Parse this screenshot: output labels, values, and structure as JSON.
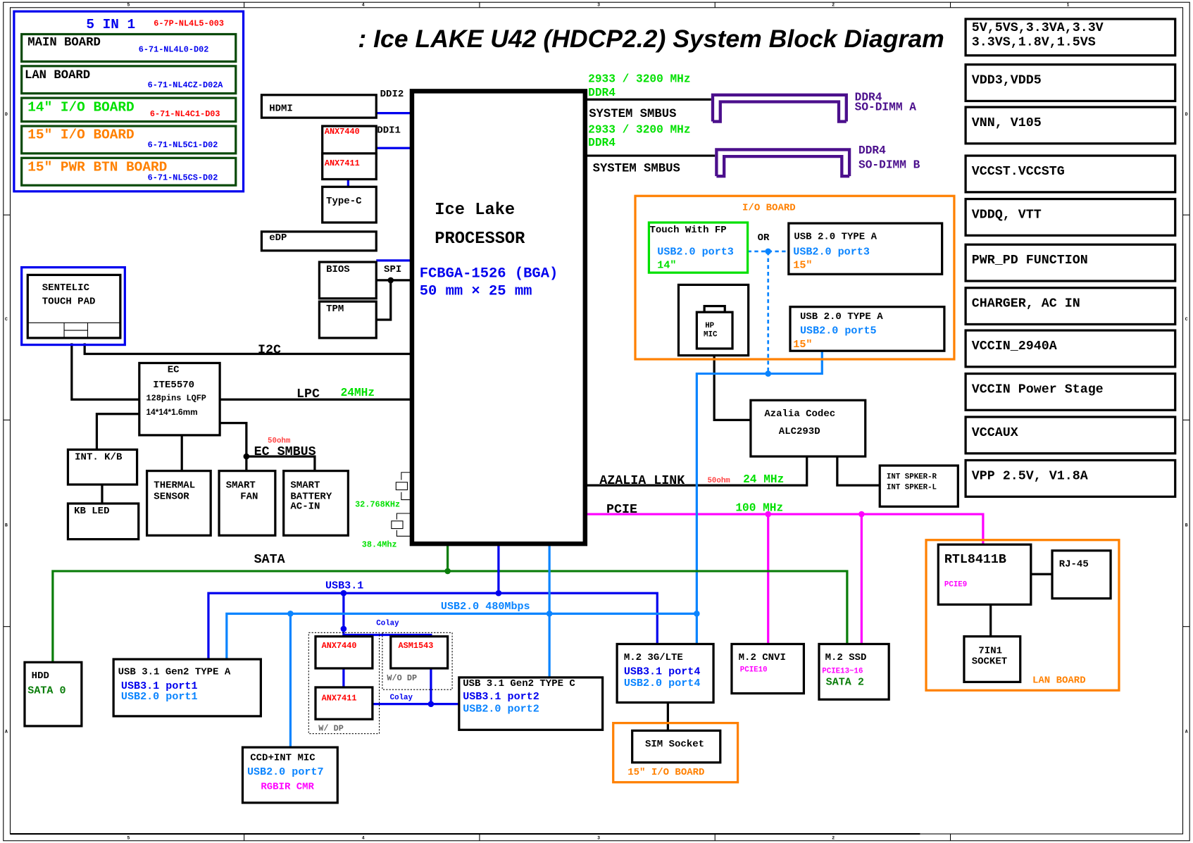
{
  "title": ": Ice LAKE U42 (HDCP2.2) System Block Diagram",
  "colors": {
    "usb31": "#0000ee",
    "usb20": "#0a84ff",
    "sata": "#0a7d0a",
    "pcie": "#ff00ff",
    "freq": "#00e000",
    "ddr": "#4b0f8c",
    "board": "#ff8000",
    "part_red": "#ff0000"
  },
  "bom": {
    "header": "5 IN 1",
    "header_pn": "6-7P-NL4L5-003",
    "rows": [
      {
        "label": "MAIN BOARD",
        "pn": "6-71-NL4L0-D02"
      },
      {
        "label": "LAN BOARD",
        "pn": "6-71-NL4CZ-D02A"
      },
      {
        "label": "14\" I/O BOARD",
        "pn": "6-71-NL4C1-D03"
      },
      {
        "label": "15\" I/O BOARD",
        "pn": "6-71-NL5C1-D02"
      },
      {
        "label": "15\" PWR BTN BOARD",
        "pn": "6-71-NL5CS-D02"
      }
    ]
  },
  "cpu": {
    "name1": "Ice Lake",
    "name2": "PROCESSOR",
    "pkg": "FCBGA-1526 (BGA)",
    "size": "50 mm × 25 mm"
  },
  "display": {
    "hdmi": "HDMI",
    "ddi2": "DDI2",
    "ddi1": "DDI1",
    "anx7440": "ANX7440",
    "anx7411": "ANX7411",
    "typec": "Type-C",
    "edp": "eDP"
  },
  "bios": {
    "bios": "BIOS",
    "tpm": "TPM",
    "spi": "SPI"
  },
  "memory": {
    "freq": "2933 / 3200 MHz",
    "ddr": "DDR4",
    "smbus": "SYSTEM SMBUS",
    "dimm_a1": "DDR4",
    "dimm_a2": "SO-DIMM A",
    "dimm_b1": "DDR4",
    "dimm_b2": "SO-DIMM B"
  },
  "power": [
    "5V,5VS,3.3VA,3.3V\n3.3VS,1.8V,1.5VS",
    "VDD3,VDD5",
    "VNN, V105",
    "VCCST.VCCSTG",
    "VDDQ, VTT",
    "PWR_PD FUNCTION",
    "CHARGER, AC IN",
    "VCCIN_2940A",
    "VCCIN Power Stage",
    "VCCAUX",
    "VPP 2.5V, V1.8A"
  ],
  "touchpad": {
    "l1": "SENTELIC",
    "l2": "TOUCH PAD"
  },
  "ec": {
    "l1": "EC",
    "l2": "ITE5570",
    "l3": "128pins LQFP",
    "l4": "14*14*1.6mm",
    "i2c": "I2C",
    "lpc": "LPC",
    "lpc_freq": "24MHz",
    "smbus": "EC SMBUS",
    "ohm": "50ohm"
  },
  "ec_peripherals": {
    "kb": "INT. K/B",
    "kbled": "KB LED",
    "thermal1": "THERMAL",
    "thermal2": "SENSOR",
    "fan1": "SMART",
    "fan2": "FAN",
    "bat1": "SMART",
    "bat2": "BATTERY",
    "bat3": "AC-IN"
  },
  "clocks": {
    "rtc": "32.768KHz",
    "xtal": "38.4Mhz"
  },
  "io_board": {
    "label": "I/O BOARD",
    "touch": "Touch With FP",
    "touch_port": "USB2.0 port3",
    "touch_size": "14\"",
    "or": "OR",
    "usb_a1": "USB 2.0 TYPE A",
    "usb_a1_port": "USB2.0 port3",
    "usb_a1_size": "15\"",
    "usb_a2": "USB 2.0 TYPE A",
    "usb_a2_port": "USB2.0 port5",
    "usb_a2_size": "15\"",
    "hp1": "HP",
    "hp2": "MIC"
  },
  "audio": {
    "codec1": "Azalia Codec",
    "codec2": "ALC293D",
    "link": "AZALIA LINK",
    "ohm": "50ohm",
    "freq": "24 MHz",
    "spk_r": "INT SPKER-R",
    "spk_l": "INT SPKER-L"
  },
  "pcie": {
    "label": "PCIE",
    "freq": "100 MHz"
  },
  "lan": {
    "chip": "RTL8411B",
    "pcie": "PCIE9",
    "rj45": "RJ-45",
    "socket1": "7IN1",
    "socket2": "SOCKET",
    "board": "LAN BOARD"
  },
  "buses": {
    "sata": "SATA",
    "usb31": "USB3.1",
    "usb20": "USB2.0 480Mbps",
    "colay1": "Colay",
    "colay2": "Colay",
    "wdp": "W/ DP",
    "wodp": "W/O DP"
  },
  "hdd": {
    "l1": "HDD",
    "l2": "SATA 0"
  },
  "usb_a": {
    "title": "USB 3.1 Gen2 TYPE A",
    "p1": "USB3.1 port1",
    "p2": "USB2.0 port1"
  },
  "usb_c": {
    "title": "USB 3.1 Gen2 TYPE C",
    "p1": "USB3.1 port2",
    "p2": "USB2.0 port2",
    "anx7440": "ANX7440",
    "anx7411": "ANX7411",
    "asm1543": "ASM1543"
  },
  "ccd": {
    "l1": "CCD+INT MIC",
    "l2": "USB2.0 port7",
    "l3": "RGBIR CMR"
  },
  "m2_lte": {
    "l1": "M.2  3G/LTE",
    "l2": "USB3.1 port4",
    "l3": "USB2.0 port4",
    "sim": "SIM Socket",
    "board": "15\" I/O BOARD"
  },
  "m2_cnvi": {
    "l1": "M.2 CNVI",
    "l2": "PCIE10"
  },
  "m2_ssd": {
    "l1": "M.2 SSD",
    "l2": "PCIE13~16",
    "l3": "SATA 2"
  },
  "frame": {
    "cols": [
      "5",
      "4",
      "3",
      "2",
      "1"
    ],
    "rows": [
      "D",
      "C",
      "B",
      "A"
    ]
  }
}
